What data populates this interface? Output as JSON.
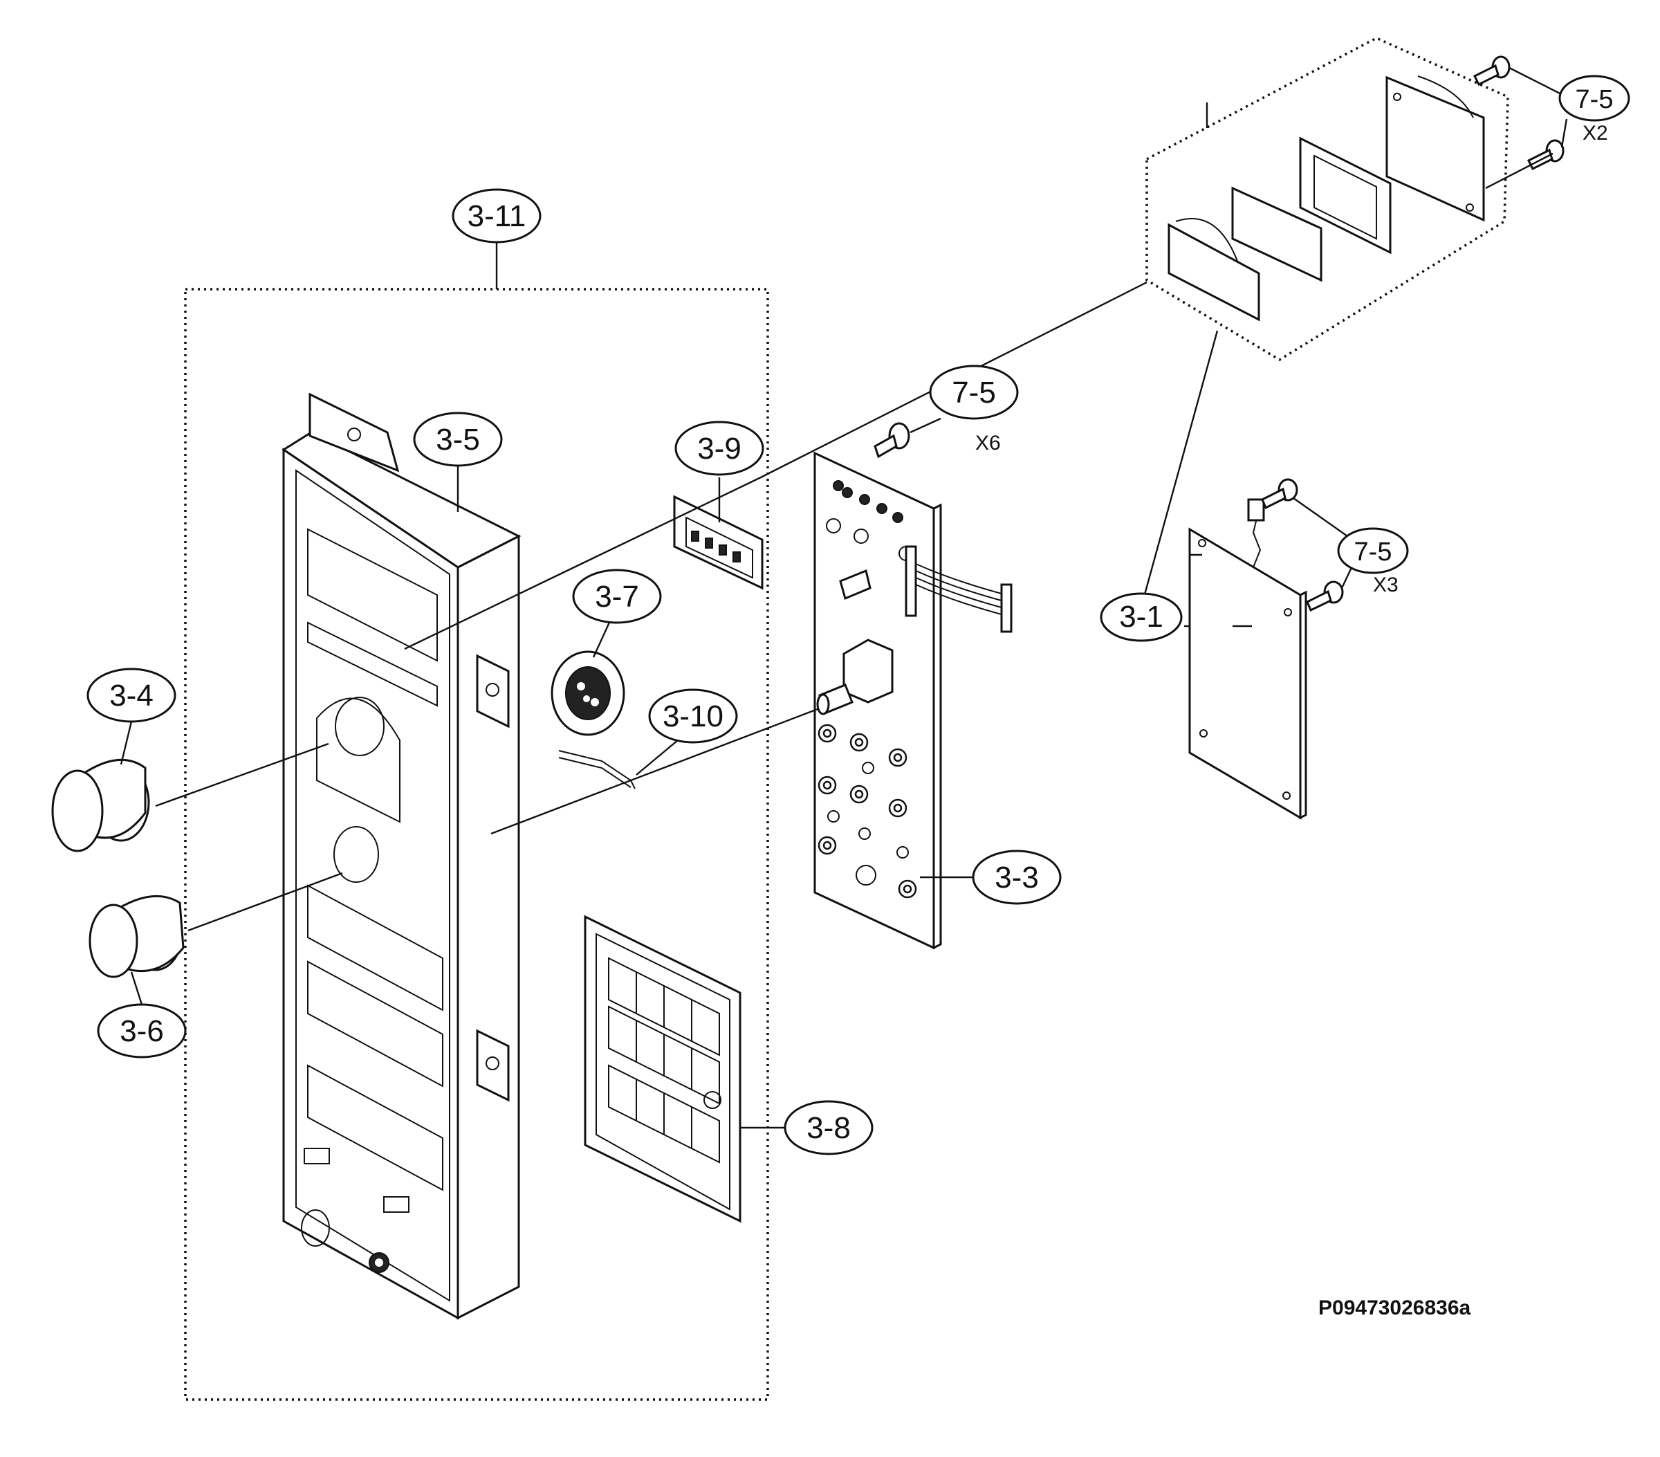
{
  "diagram": {
    "callouts": {
      "c3_11": "3-11",
      "c3_5": "3-5",
      "c3_9": "3-9",
      "c3_7": "3-7",
      "c3_10": "3-10",
      "c3_4": "3-4",
      "c3_6": "3-6",
      "c3_8": "3-8",
      "c3_3": "3-3",
      "c3_1": "3-1",
      "c7_5_board": "7-5",
      "c7_5_display": "7-5",
      "c7_5_pcb": "7-5"
    },
    "quantities": {
      "q_board": "X6",
      "q_display": "X2",
      "q_pcb": "X3"
    },
    "drawing_code": "P09473026836a"
  }
}
